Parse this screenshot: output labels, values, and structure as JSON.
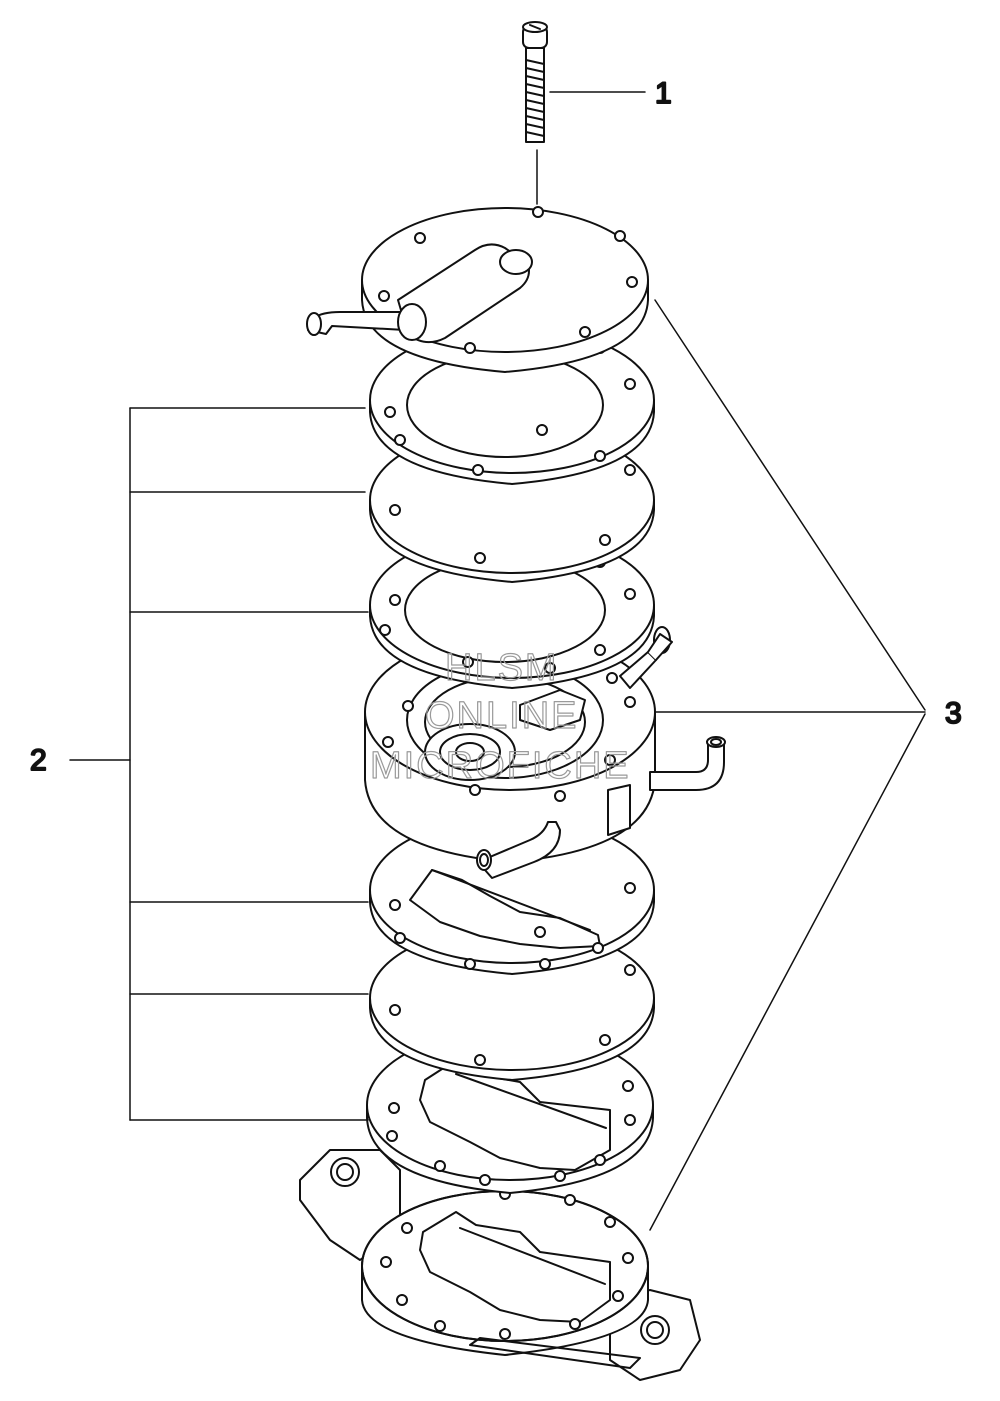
{
  "callouts": {
    "c1": "1",
    "c2": "2",
    "c3": "3"
  },
  "watermark": {
    "line1": "HLSM",
    "line2": "ONLINE",
    "line3": "MICROFICHE"
  },
  "colors": {
    "line": "#111111",
    "fill": "#ffffff",
    "watermark": "#9a9a9a"
  },
  "icons": {
    "bolt": "screw-icon",
    "cover": "pump-cover-icon",
    "base": "pump-base-icon"
  }
}
